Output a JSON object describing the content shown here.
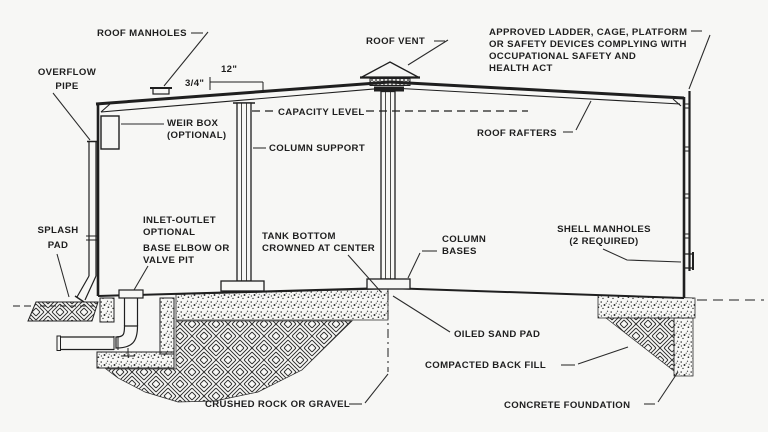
{
  "figure": {
    "type": "technical-cross-section",
    "subject": "ground storage water tank section",
    "colors": {
      "background": "#f7f7f5",
      "line": "#1f1f1f",
      "text": "#1e1e1e"
    },
    "labels": {
      "roof_manholes": "ROOF MANHOLES",
      "overflow_pipe_line1": "OVERFLOW",
      "overflow_pipe_line2": "PIPE",
      "roof_vent": "ROOF VENT",
      "safety_line1": "APPROVED LADDER, CAGE, PLATFORM",
      "safety_line2": "OR SAFETY DEVICES COMPLYING WITH",
      "safety_line3": "OCCUPATIONAL SAFETY AND",
      "safety_line4": "HEALTH ACT",
      "dim_roof_plate": "3/4\"",
      "dim_spacing": "12\"",
      "weir_box_line1": "WEIR BOX",
      "weir_box_line2": "(OPTIONAL)",
      "capacity_level": "CAPACITY LEVEL",
      "column_support": "COLUMN SUPPORT",
      "roof_rafters": "ROOF RAFTERS",
      "splash_pad_line1": "SPLASH",
      "splash_pad_line2": "PAD",
      "inlet_outlet_line1": "INLET-OUTLET",
      "inlet_outlet_line2": "OPTIONAL",
      "base_elbow_line1": "BASE ELBOW OR",
      "base_elbow_line2": "VALVE PIT",
      "tank_bottom_line1": "TANK BOTTOM",
      "tank_bottom_line2": "CROWNED AT CENTER",
      "column_bases_line1": "COLUMN",
      "column_bases_line2": "BASES",
      "shell_manholes_line1": "SHELL MANHOLES",
      "shell_manholes_line2": "(2 REQUIRED)",
      "oiled_sand_pad": "OILED SAND PAD",
      "crushed_rock": "CRUSHED ROCK OR GRAVEL",
      "compacted_back_fill": "COMPACTED BACK FILL",
      "concrete_foundation": "CONCRETE FOUNDATION"
    }
  }
}
